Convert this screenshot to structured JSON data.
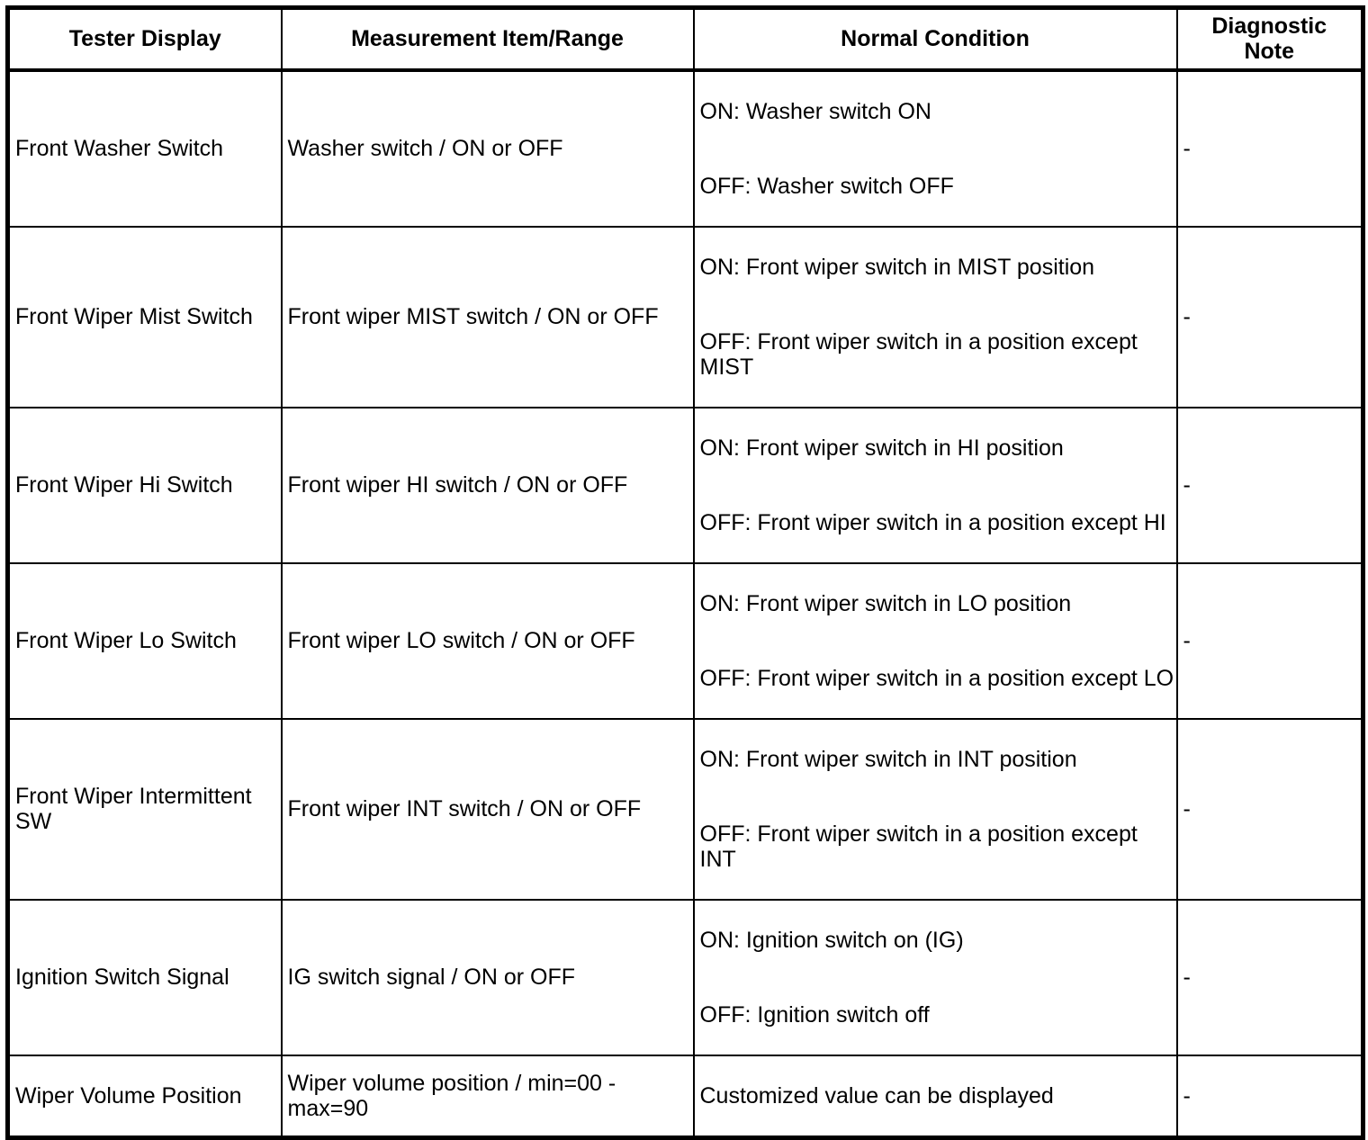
{
  "table": {
    "headers": [
      "Tester Display",
      "Measurement Item/Range",
      "Normal Condition",
      "Diagnostic\nNote"
    ],
    "rows": [
      {
        "tester_display": "Front Washer Switch",
        "measurement": "Washer switch / ON or OFF",
        "conditions": [
          "ON: Washer switch ON",
          "OFF: Washer switch OFF"
        ],
        "note": "-"
      },
      {
        "tester_display": "Front Wiper Mist Switch",
        "measurement": "Front wiper MIST switch / ON or OFF",
        "conditions": [
          "ON: Front wiper switch in MIST position",
          "OFF: Front wiper switch in a position except\nMIST"
        ],
        "note": "-"
      },
      {
        "tester_display": "Front Wiper Hi Switch",
        "measurement": "Front wiper HI switch / ON or OFF",
        "conditions": [
          "ON: Front wiper switch in HI position",
          "OFF: Front wiper switch in a position except HI"
        ],
        "note": "-"
      },
      {
        "tester_display": "Front Wiper Lo Switch",
        "measurement": "Front wiper LO switch / ON or OFF",
        "conditions": [
          "ON: Front wiper switch in LO position",
          "OFF: Front wiper switch in a position except LO"
        ],
        "note": "-"
      },
      {
        "tester_display": "Front Wiper Intermittent\nSW",
        "measurement": "Front wiper INT switch / ON or OFF",
        "conditions": [
          "ON: Front wiper switch in INT position",
          "OFF: Front wiper switch in a position except\nINT"
        ],
        "note": "-"
      },
      {
        "tester_display": "Ignition Switch Signal",
        "measurement": "IG switch signal / ON or OFF",
        "conditions": [
          "ON: Ignition switch on (IG)",
          "OFF: Ignition switch off"
        ],
        "note": "-"
      },
      {
        "tester_display": "Wiper Volume Position",
        "measurement": "Wiper volume position / min=00 -\nmax=90",
        "conditions": [
          "Customized value can be displayed"
        ],
        "note": "-"
      }
    ],
    "colors": {
      "border": "#000000",
      "background": "#ffffff",
      "text": "#000000"
    }
  }
}
